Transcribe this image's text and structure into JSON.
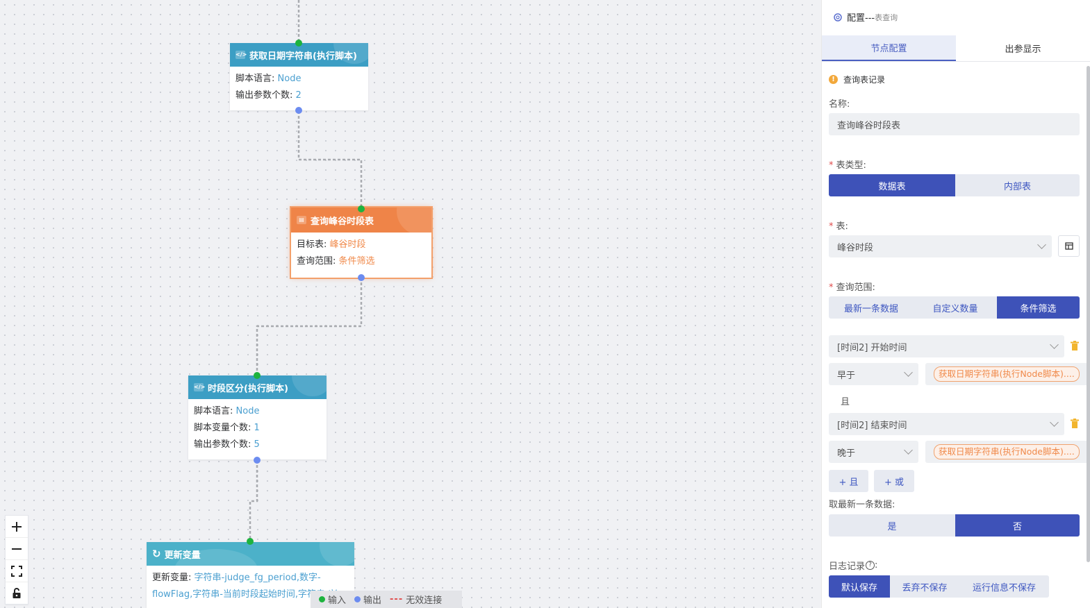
{
  "canvas": {
    "nodes": [
      {
        "title": "获取日期字符串(执行脚本)",
        "rows": [
          {
            "label": "脚本语言:",
            "value": "Node"
          },
          {
            "label": "输出参数个数:",
            "value": "2"
          }
        ]
      },
      {
        "title": "查询峰谷时段表",
        "rows": [
          {
            "label": "目标表:",
            "value": "峰谷时段"
          },
          {
            "label": "查询范围:",
            "value": "条件筛选"
          }
        ]
      },
      {
        "title": "时段区分(执行脚本)",
        "rows": [
          {
            "label": "脚本语言:",
            "value": "Node"
          },
          {
            "label": "脚本变量个数:",
            "value": "1"
          },
          {
            "label": "输出参数个数:",
            "value": "5"
          }
        ]
      },
      {
        "title": "更新变量",
        "label": "更新变量:",
        "value": "字符串-judge_fg_period,数字-flowFlag,字符串-当前时段起始时间,字符串-兴"
      }
    ],
    "legend": {
      "input": "输入",
      "output": "输出",
      "invalid": "无效连接"
    },
    "colors": {
      "blue_header": "#3c9ec4",
      "orange_header": "#ef8448",
      "input_dot": "#1db33e",
      "output_dot": "#6c8cf0"
    }
  },
  "zoom": {
    "zoom_in_icon": "plus-icon",
    "zoom_out_icon": "minus-icon",
    "fit_icon": "fullscreen-icon",
    "lock_icon": "lock-icon"
  },
  "panel": {
    "title": "配置---",
    "subtitle": "表查询",
    "tabs": [
      "节点配置",
      "出参显示"
    ],
    "info": "查询表记录",
    "name_label": "名称:",
    "name_value": "查询峰谷时段表",
    "table_type_label": "表类型:",
    "table_type_options": [
      "数据表",
      "内部表"
    ],
    "table_label": "表:",
    "table_value": "峰谷时段",
    "range_label": "查询范围:",
    "range_options": [
      "最新一条数据",
      "自定义数量",
      "条件筛选"
    ],
    "conditions": [
      {
        "field": "[时间2] 开始时间",
        "op": "早于",
        "value": "获取日期字符串(执行Node脚本)...."
      },
      {
        "field": "[时间2] 结束时间",
        "op": "晚于",
        "value": "获取日期字符串(执行Node脚本)...."
      }
    ],
    "and_text": "且",
    "add_and": "+ 且",
    "add_or": "+ 或",
    "latest_label": "取最新一条数据:",
    "latest_options": [
      "是",
      "否"
    ],
    "log_label": "日志记录",
    "log_options": [
      "默认保存",
      "丢弃不保存",
      "运行信息不保存"
    ],
    "accent": "#3e52b8"
  }
}
